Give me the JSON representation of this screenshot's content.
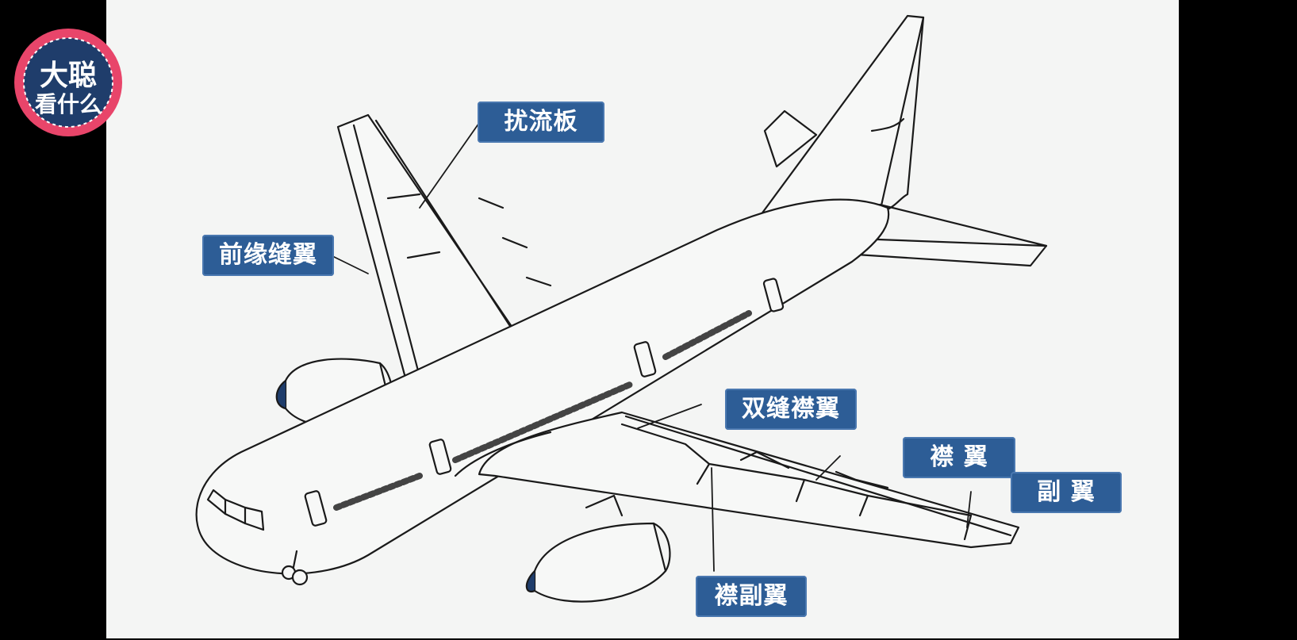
{
  "logo": {
    "line1": "大聪",
    "line2": "看什么"
  },
  "labels": {
    "spoiler": "扰流板",
    "slat": "前缘缝翼",
    "double_slotted_flap": "双缝襟翼",
    "flap": "襟 翼",
    "flaperon": "襟副翼",
    "aileron": "副 翼"
  },
  "colors": {
    "label_bg": "#2d5d96",
    "label_text": "#ffffff",
    "line": "#1a1a1a",
    "background": "#f4f5f4",
    "logo_ring": "#e8456a",
    "logo_fill": "#1f3d6b"
  }
}
